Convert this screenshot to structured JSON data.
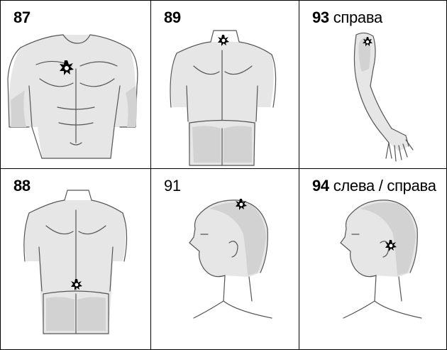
{
  "cells": [
    {
      "number": "87",
      "side": ""
    },
    {
      "number": "89",
      "side": ""
    },
    {
      "number": "93",
      "side": "справа"
    },
    {
      "number": "88",
      "side": ""
    },
    {
      "number": "91",
      "side": ""
    },
    {
      "number": "94",
      "side": "слева / справа"
    }
  ],
  "marker_color": "#000000"
}
